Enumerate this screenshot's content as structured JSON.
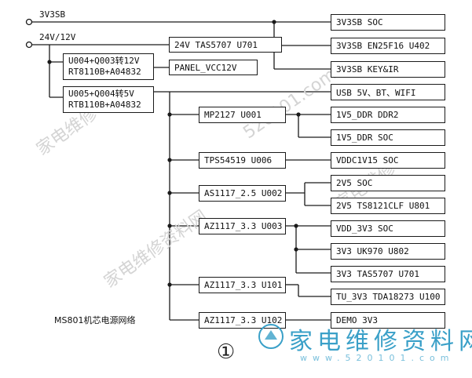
{
  "rails": {
    "rail_3v3sb": "3V3SB",
    "rail_24v": "24V/12V"
  },
  "blocks": {
    "u004": [
      "U004+Q003转12V",
      "RT8110B+A04832"
    ],
    "u005": [
      "U005+Q004转5V",
      "RTB110B+A04832"
    ],
    "tas5707_top": "24V TAS5707 U701",
    "panel_vcc": "PANEL_VCC12V",
    "u001": "MP2127 U001",
    "u006": "TPS54519 U006",
    "u002": "AS1117_2.5 U002",
    "u003": "AZ1117_3.3 U003",
    "u101": "AZ1117_3.3 U101",
    "u102": "AZ1117_3.3 U102"
  },
  "outputs": {
    "sb_soc": "3V3SB SOC",
    "sb_en25": "3V3SB EN25F16 U402",
    "sb_key": "3V3SB KEY&IR",
    "usb": "USB 5V、BT、WIFI",
    "ddr2": "1V5_DDR DDR2",
    "ddr_soc": "1V5_DDR SOC",
    "vddc": "VDDC1V15 SOC",
    "v25_soc": "2V5 SOC",
    "v25_ts": "2V5 TS8121CLF U801",
    "vdd33_soc": "VDD_3V3 SOC",
    "uk970": "3V3 UK970 U802",
    "tas5707": "3V3 TAS5707 U701",
    "tu3v3": "TU_3V3 TDA18273 U100",
    "demo": "DEMO 3V3"
  },
  "caption": "MS801机芯电源网络",
  "figure_number": "①",
  "logo": {
    "text": "家电维修资料网",
    "url": "www.520101.com",
    "color": "#3aa0c8"
  },
  "watermark": "家电维修资料网"
}
